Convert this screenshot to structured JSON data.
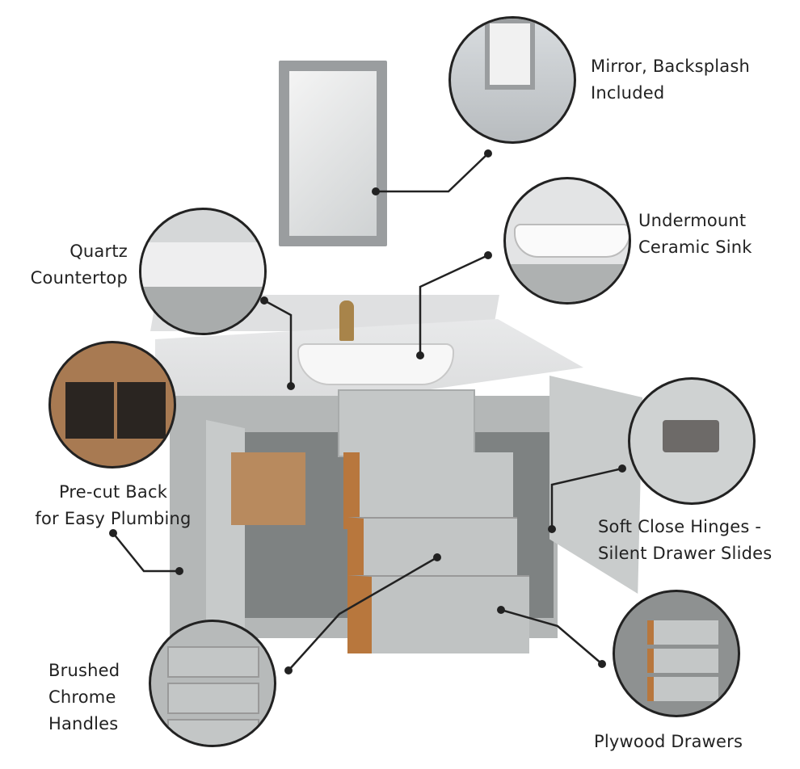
{
  "labels": {
    "mirror": [
      "Mirror, Backsplash",
      "Included"
    ],
    "sink": [
      "Undermount",
      "Ceramic Sink"
    ],
    "quartz": [
      "Quartz",
      "Countertop"
    ],
    "precut": [
      "Pre-cut Back",
      "for Easy Plumbing"
    ],
    "hinges": [
      "Soft Close Hinges -",
      "Silent Drawer Slides"
    ],
    "handles": [
      "Brushed",
      "Chrome",
      "Handles"
    ],
    "plywood": [
      "Plywood Drawers"
    ]
  },
  "colors": {
    "cabinet": "#b9bcbc",
    "countertop": "#e6e7e8",
    "wood": "#b8773d",
    "line": "#222222"
  }
}
